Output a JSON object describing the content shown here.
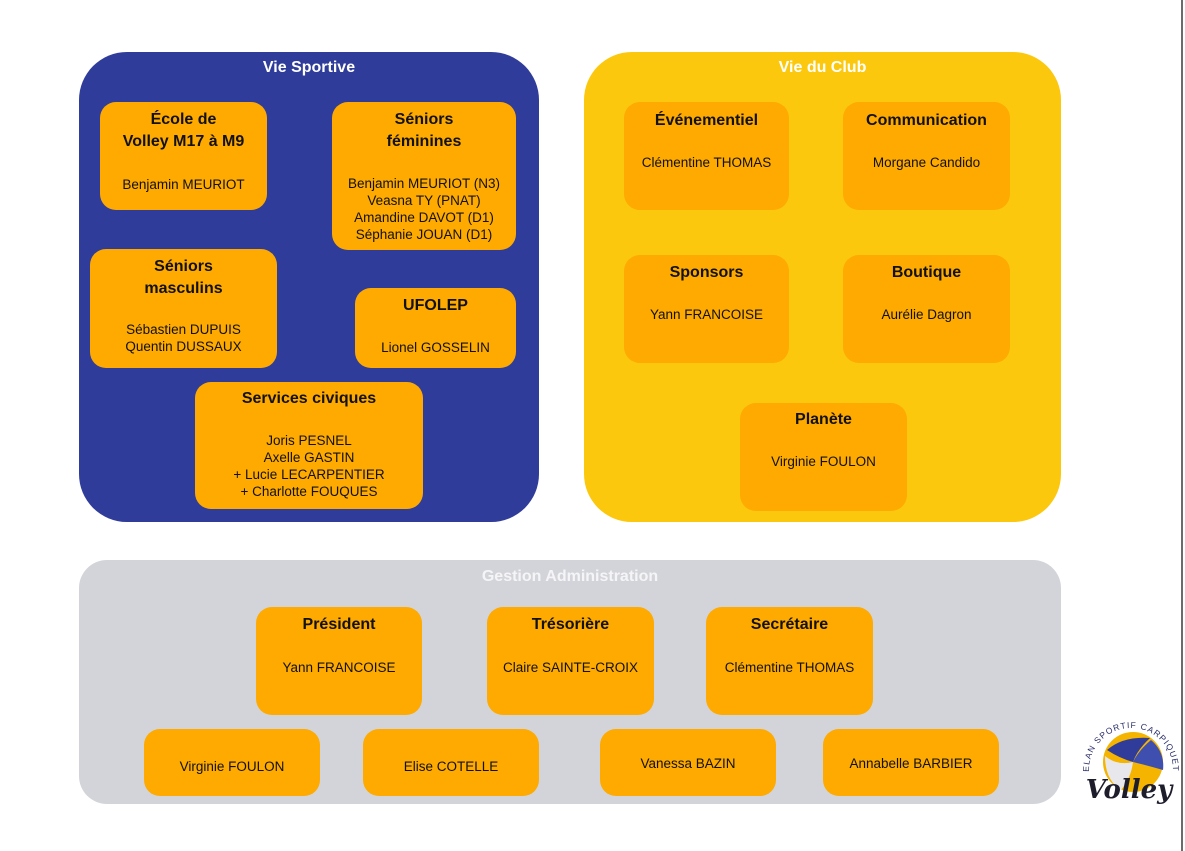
{
  "colors": {
    "sport": "#2f3c9a",
    "club": "#fcc80d",
    "admin": "#d3d4d9",
    "card": "#feaa00"
  },
  "vie_sportive": {
    "title": "Vie Sportive",
    "ecole": {
      "title_1": "École de",
      "title_2": "Volley M17 à M9",
      "names": [
        "Benjamin MEURIOT"
      ]
    },
    "seniors_f": {
      "title_1": "Séniors",
      "title_2": "féminines",
      "names": [
        "Benjamin MEURIOT (N3)",
        "Veasna TY (PNAT)",
        "Amandine DAVOT (D1)",
        "Séphanie JOUAN (D1)"
      ]
    },
    "seniors_m": {
      "title_1": "Séniors",
      "title_2": "masculins",
      "names": [
        "Sébastien DUPUIS",
        "Quentin DUSSAUX"
      ]
    },
    "ufolep": {
      "title": "UFOLEP",
      "names": [
        "Lionel GOSSELIN"
      ]
    },
    "services": {
      "title": "Services civiques",
      "names": [
        "Joris PESNEL",
        "Axelle GASTIN",
        "+ Lucie LECARPENTIER",
        "+ Charlotte FOUQUES"
      ]
    }
  },
  "vie_du_club": {
    "title": "Vie du Club",
    "evenementiel": {
      "title": "Événementiel",
      "name": "Clémentine THOMAS"
    },
    "communication": {
      "title": "Communication",
      "name": "Morgane Candido"
    },
    "sponsors": {
      "title": "Sponsors",
      "name": "Yann FRANCOISE"
    },
    "boutique": {
      "title": "Boutique",
      "name": "Aurélie Dagron"
    },
    "planete": {
      "title": "Planète",
      "name": "Virginie FOULON"
    }
  },
  "gestion": {
    "title": "Gestion Administration",
    "president": {
      "title": "Président",
      "name": "Yann FRANCOISE"
    },
    "tresoriere": {
      "title": "Trésorière",
      "name": "Claire SAINTE-CROIX"
    },
    "secretaire": {
      "title": "Secrétaire",
      "name": "Clémentine THOMAS"
    },
    "members": [
      "Virginie FOULON",
      "Elise COTELLE",
      "Vanessa BAZIN",
      "Annabelle BARBIER"
    ]
  },
  "logo": {
    "arc_text": "ELAN SPORTIF CARPIQUET",
    "word": "Volley"
  }
}
